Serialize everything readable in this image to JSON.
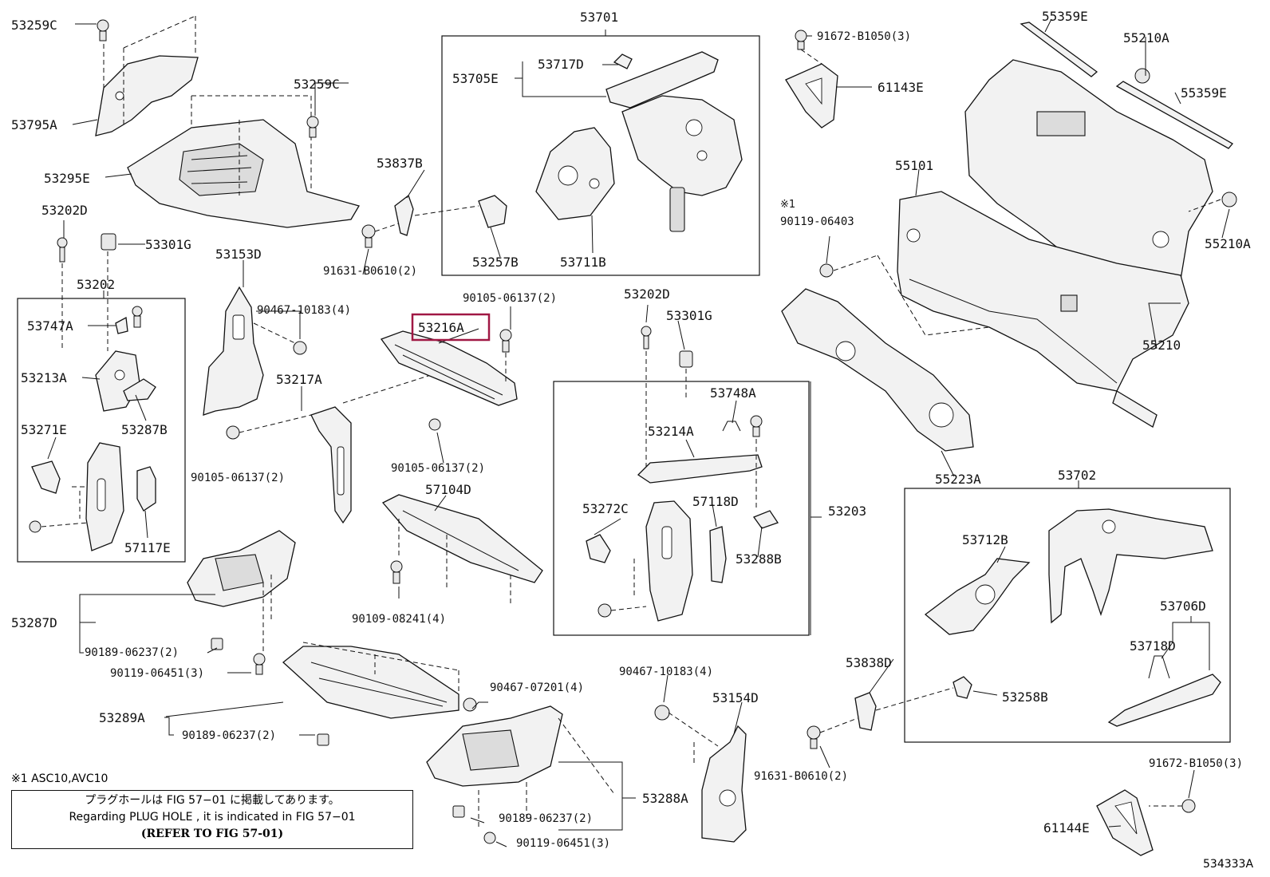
{
  "diagram_id": "534333A",
  "footnote": "※1 ASC10,AVC10",
  "note": {
    "line1": "プラグホールは FIG 57−01 に掲載してあります。",
    "line2": "Regarding PLUG HOLE , it is indicated in FIG 57−01",
    "line3": "(REFER TO FIG 57-01)"
  },
  "highlighted_part": "53216A",
  "labels": {
    "p53259C_a": "53259C",
    "p53795A": "53795A",
    "p53259C_b": "53259C",
    "p53295E": "53295E",
    "p53202D_a": "53202D",
    "p53301G_a": "53301G",
    "p53202": "53202",
    "p53747A": "53747A",
    "p53213A": "53213A",
    "p53271E": "53271E",
    "p53287B": "53287B",
    "p57117E": "57117E",
    "p53153D": "53153D",
    "p90467_10183_a": "90467-10183(4)",
    "p53217A": "53217A",
    "p90105_06137_a": "90105-06137(2)",
    "p53216A": "53216A",
    "p90105_06137_b": "90105-06137(2)",
    "p90105_06137_c": "90105-06137(2)",
    "p57104D": "57104D",
    "p90109_08241": "90109-08241(4)",
    "p53287D": "53287D",
    "p90189_06237_a": "90189-06237(2)",
    "p90119_06451_a": "90119-06451(3)",
    "p53289A": "53289A",
    "p90189_06237_b": "90189-06237(2)",
    "p90467_07201": "90467-07201(4)",
    "p53837B": "53837B",
    "p91631_B0610_a": "91631-B0610(2)",
    "p53701": "53701",
    "p53717D": "53717D",
    "p53705E": "53705E",
    "p53257B": "53257B",
    "p53711B": "53711B",
    "p53202D_b": "53202D",
    "p53301G_b": "53301G",
    "p53748A": "53748A",
    "p53214A": "53214A",
    "p53272C": "53272C",
    "p57118D": "57118D",
    "p53288B": "53288B",
    "p53203": "53203",
    "p90467_10183_b": "90467-10183(4)",
    "p53154D": "53154D",
    "p53288A": "53288A",
    "p90189_06237_c": "90189-06237(2)",
    "p90119_06451_b": "90119-06451(3)",
    "p91672_B1050_a": "91672-B1050(3)",
    "p61143E": "61143E",
    "p55359E_a": "55359E",
    "p55210A_a": "55210A",
    "p55359E_b": "55359E",
    "p55101": "55101",
    "mark1": "※1",
    "p90119_06403": "90119-06403",
    "p55210A_b": "55210A",
    "p55210": "55210",
    "p55223A": "55223A",
    "p53702": "53702",
    "p53712B": "53712B",
    "p53706D": "53706D",
    "p53718D": "53718D",
    "p53838D": "53838D",
    "p53258B": "53258B",
    "p91631_B0610_b": "91631-B0610(2)",
    "p91672_B1050_b": "91672-B1050(3)",
    "p61144E": "61144E"
  }
}
